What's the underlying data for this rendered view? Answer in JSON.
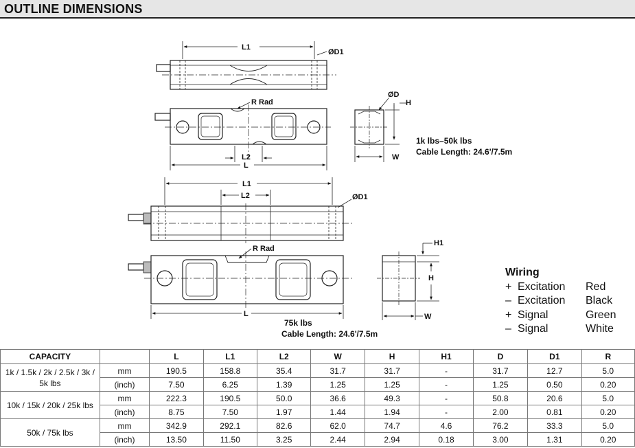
{
  "title": "OUTLINE DIMENSIONS",
  "drawing_labels": {
    "l1": "L1",
    "l2": "L2",
    "l": "L",
    "d1": "ØD1",
    "d": "ØD",
    "h": "H",
    "h1": "H1",
    "w": "W",
    "r_rad": "R Rad"
  },
  "captions": {
    "small_capacity": "1k lbs–50k lbs",
    "small_cable": "Cable Length: 24.6'/7.5m",
    "large_capacity": "75k lbs",
    "large_cable": "Cable Length: 24.6'/7.5m"
  },
  "wiring": {
    "title": "Wiring",
    "rows": [
      {
        "sign": "+",
        "label": "Excitation",
        "color": "Red"
      },
      {
        "sign": "–",
        "label": "Excitation",
        "color": "Black"
      },
      {
        "sign": "+",
        "label": "Signal",
        "color": "Green"
      },
      {
        "sign": "–",
        "label": "Signal",
        "color": "White"
      }
    ]
  },
  "table": {
    "headers": [
      "CAPACITY",
      "",
      "L",
      "L1",
      "L2",
      "W",
      "H",
      "H1",
      "D",
      "D1",
      "R"
    ],
    "groups": [
      {
        "capacity": "1k / 1.5k / 2k / 2.5k / 3k / 5k lbs",
        "rows": [
          [
            "mm",
            "190.5",
            "158.8",
            "35.4",
            "31.7",
            "31.7",
            "-",
            "31.7",
            "12.7",
            "5.0"
          ],
          [
            "(inch)",
            "7.50",
            "6.25",
            "1.39",
            "1.25",
            "1.25",
            "-",
            "1.25",
            "0.50",
            "0.20"
          ]
        ]
      },
      {
        "capacity": "10k / 15k / 20k / 25k lbs",
        "rows": [
          [
            "mm",
            "222.3",
            "190.5",
            "50.0",
            "36.6",
            "49.3",
            "-",
            "50.8",
            "20.6",
            "5.0"
          ],
          [
            "(inch)",
            "8.75",
            "7.50",
            "1.97",
            "1.44",
            "1.94",
            "-",
            "2.00",
            "0.81",
            "0.20"
          ]
        ]
      },
      {
        "capacity": "50k / 75k lbs",
        "rows": [
          [
            "mm",
            "342.9",
            "292.1",
            "82.6",
            "62.0",
            "74.7",
            "4.6",
            "76.2",
            "33.3",
            "5.0"
          ],
          [
            "(inch)",
            "13.50",
            "11.50",
            "3.25",
            "2.44",
            "2.94",
            "0.18",
            "3.00",
            "1.31",
            "0.20"
          ]
        ]
      }
    ]
  }
}
